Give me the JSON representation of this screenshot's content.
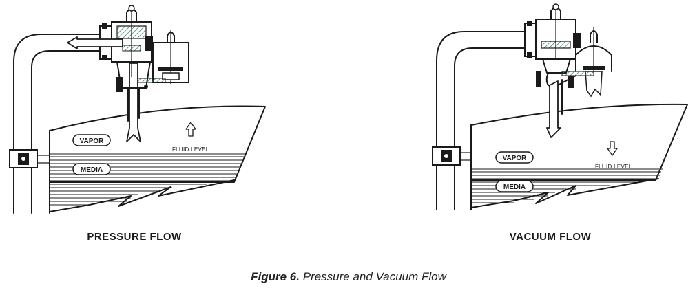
{
  "left_panel": {
    "caption": "PRESSURE FLOW",
    "vapor_label": "VAPOR",
    "media_label": "MEDIA",
    "fluid_level_label": "FLUID LEVEL",
    "flow_direction": "up",
    "fluid_level_arrow": "up-arrow-icon"
  },
  "right_panel": {
    "caption": "VACUUM FLOW",
    "vapor_label": "VAPOR",
    "media_label": "MEDIA",
    "fluid_level_label": "FLUID LEVEL",
    "flow_direction": "down",
    "fluid_level_arrow": "down-arrow-icon"
  },
  "figure": {
    "number": "Figure 6.",
    "title": "Pressure and Vacuum Flow"
  },
  "colors": {
    "line": "#1a1a1a",
    "accent_hatch": "#2e7d5a",
    "background": "#ffffff"
  }
}
